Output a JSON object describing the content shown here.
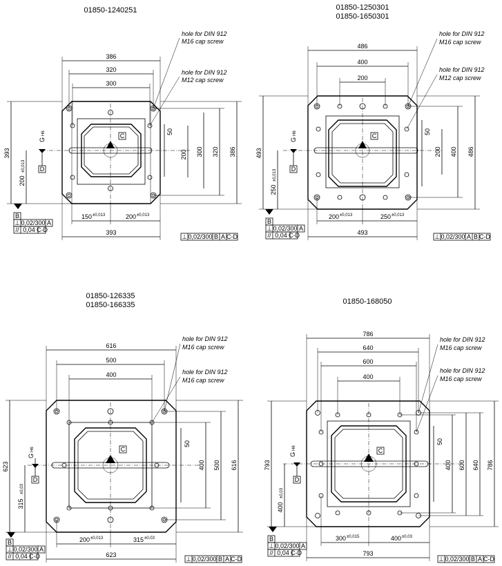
{
  "panels": [
    {
      "codes": [
        "01850-1240251"
      ],
      "notes": [
        "hole for DIN 912",
        "M16 cap screw",
        "hole for DIN 912",
        "M12 cap screw"
      ],
      "dims_top": [
        "386",
        "320",
        "300"
      ],
      "dims_right": [
        "50",
        "200",
        "300",
        "320",
        "386"
      ],
      "dim_left": "393",
      "dim_left_tol": "200",
      "dims_bottom": [
        "150",
        "200"
      ],
      "dim_bottom_total": "393",
      "tol_sup": "±0,013",
      "fit_h6": "H6",
      "datums": [
        "B",
        "C",
        "D"
      ],
      "g_label": "G",
      "fcf_left": [
        [
          "⊥",
          "0,02/300",
          "A"
        ],
        [
          "//",
          "0,04",
          "C-D"
        ]
      ],
      "fcf_right": [
        "⊥",
        "0,02/300",
        "B",
        "A",
        "C-D"
      ]
    },
    {
      "codes": [
        "01850-1250301",
        "01850-1650301"
      ],
      "notes": [
        "hole for DIN 912",
        "M16 cap screw",
        "hole for DIN 912",
        "M12 cap screw"
      ],
      "dims_top": [
        "486",
        "400",
        "200"
      ],
      "dims_right": [
        "50",
        "200",
        "400",
        "486"
      ],
      "dim_left": "493",
      "dim_left_tol": "250",
      "dims_bottom": [
        "200",
        "250"
      ],
      "dim_bottom_total": "493",
      "tol_sup": "±0,013",
      "fit_h6": "H6",
      "datums": [
        "B",
        "C",
        "D"
      ],
      "g_label": "G",
      "fcf_left": [
        [
          "⊥",
          "0,02/300",
          "A"
        ],
        [
          "//",
          "0,04",
          "C-D"
        ]
      ],
      "fcf_right": [
        "⊥",
        "0,02/300",
        "A",
        "B",
        "C-D"
      ]
    },
    {
      "codes": [
        "01850-126335",
        "01850-166335"
      ],
      "notes": [
        "hole for DIN 912",
        "M16 cap screw",
        "hole for DIN 912",
        "M16 cap screw"
      ],
      "dims_top": [
        "616",
        "500",
        "400"
      ],
      "dims_right": [
        "50",
        "400",
        "500",
        "616"
      ],
      "dim_left": "623",
      "dim_left_tol": "315",
      "dims_bottom": [
        "200",
        "315"
      ],
      "dim_bottom_total": "623",
      "tol_sup": "±0,013",
      "tol_sup2": "±0,03",
      "fit_h6": "H6",
      "datums": [
        "B",
        "C",
        "D"
      ],
      "g_label": "G",
      "fcf_left": [
        [
          "⊥",
          "0,02/300",
          "A"
        ],
        [
          "//",
          "0,04",
          "C-D"
        ]
      ],
      "fcf_right": [
        "⊥",
        "0,02/300",
        "B",
        "A",
        "C-D"
      ]
    },
    {
      "codes": [
        "01850-168050"
      ],
      "notes": [
        "hole for DIN 912",
        "M16 cap screw",
        "hole for DIN 912",
        "M16 cap screw"
      ],
      "dims_top": [
        "786",
        "640",
        "600",
        "400"
      ],
      "dims_right": [
        "50",
        "400",
        "600",
        "640",
        "786"
      ],
      "dim_left": "793",
      "dim_left_tol": "400",
      "dims_bottom": [
        "300",
        "400"
      ],
      "dim_bottom_total": "793",
      "tol_sup": "±0,015",
      "tol_sup2": "±0,03",
      "fit_h6": "H6",
      "datums": [
        "B",
        "C",
        "D"
      ],
      "g_label": "G",
      "fcf_left": [
        [
          "⊥",
          "0,02/300",
          "A"
        ],
        [
          "//",
          "0,04",
          "C-D"
        ]
      ],
      "fcf_right": [
        "⊥",
        "0,02/300",
        "B",
        "A",
        "C-D"
      ]
    }
  ]
}
